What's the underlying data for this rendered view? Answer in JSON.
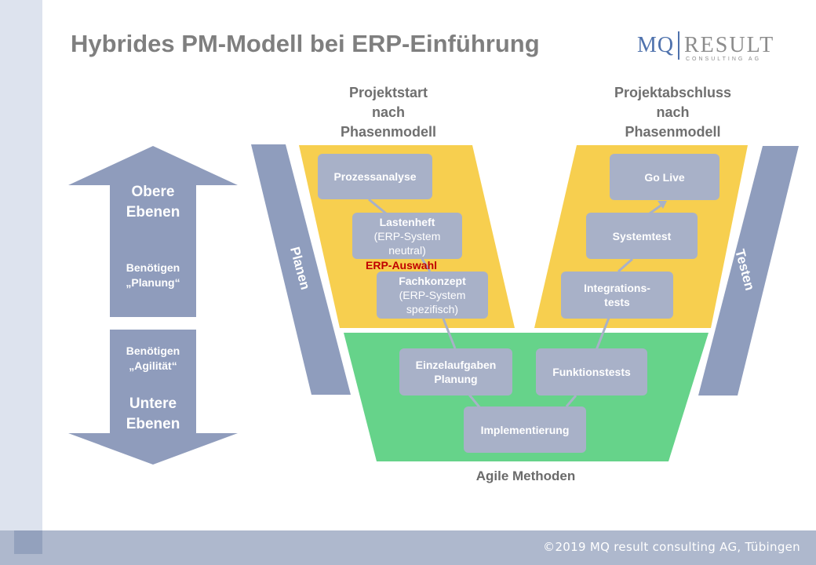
{
  "header": {
    "title": "Hybrides PM-Modell bei ERP-Einführung",
    "logo_mq": "MQ",
    "logo_result": "RESULT",
    "logo_sub": "CONSULTING AG"
  },
  "phases": {
    "start": [
      "Projektstart",
      "nach",
      "Phasenmodell"
    ],
    "end": [
      "Projektabschluss",
      "nach",
      "Phasenmodell"
    ]
  },
  "left_arrows": {
    "top_main": [
      "Obere",
      "Ebenen"
    ],
    "top_sub": [
      "Benötigen",
      "„Planung“"
    ],
    "bottom_sub": [
      "Benötigen",
      "„Agilität“"
    ],
    "bottom_main": [
      "Untere",
      "Ebenen"
    ]
  },
  "side_bars": {
    "left": "Planen",
    "right": "Testen"
  },
  "boxes": {
    "prozessanalyse": {
      "title": "Prozessanalyse"
    },
    "lastenheft": {
      "title": "Lastenheft",
      "sub": [
        "(ERP-System",
        "neutral)"
      ]
    },
    "fachkonzept": {
      "title": "Fachkonzept",
      "sub": [
        "(ERP-System",
        "spezifisch)"
      ]
    },
    "einzelaufgaben": {
      "title": [
        "Einzelaufgaben",
        "Planung"
      ]
    },
    "implementierung": {
      "title": "Implementierung"
    },
    "funktionstests": {
      "title": "Funktionstests"
    },
    "integrationstests": {
      "title": [
        "Integrations-",
        "tests"
      ]
    },
    "systemtest": {
      "title": "Systemtest"
    },
    "golive": {
      "title": "Go Live"
    }
  },
  "erp_auswahl": "ERP-Auswahl",
  "agile_label": "Agile Methoden",
  "footer": "©2019 MQ result consulting AG, Tübingen",
  "colors": {
    "yellow": "#f7cf4f",
    "green": "#66d38a",
    "blue_gray": "#8f9dbd",
    "box_fill": "#a8b1c8",
    "arrow_fill": "#8f9cbc",
    "erp_red": "#c00000"
  }
}
